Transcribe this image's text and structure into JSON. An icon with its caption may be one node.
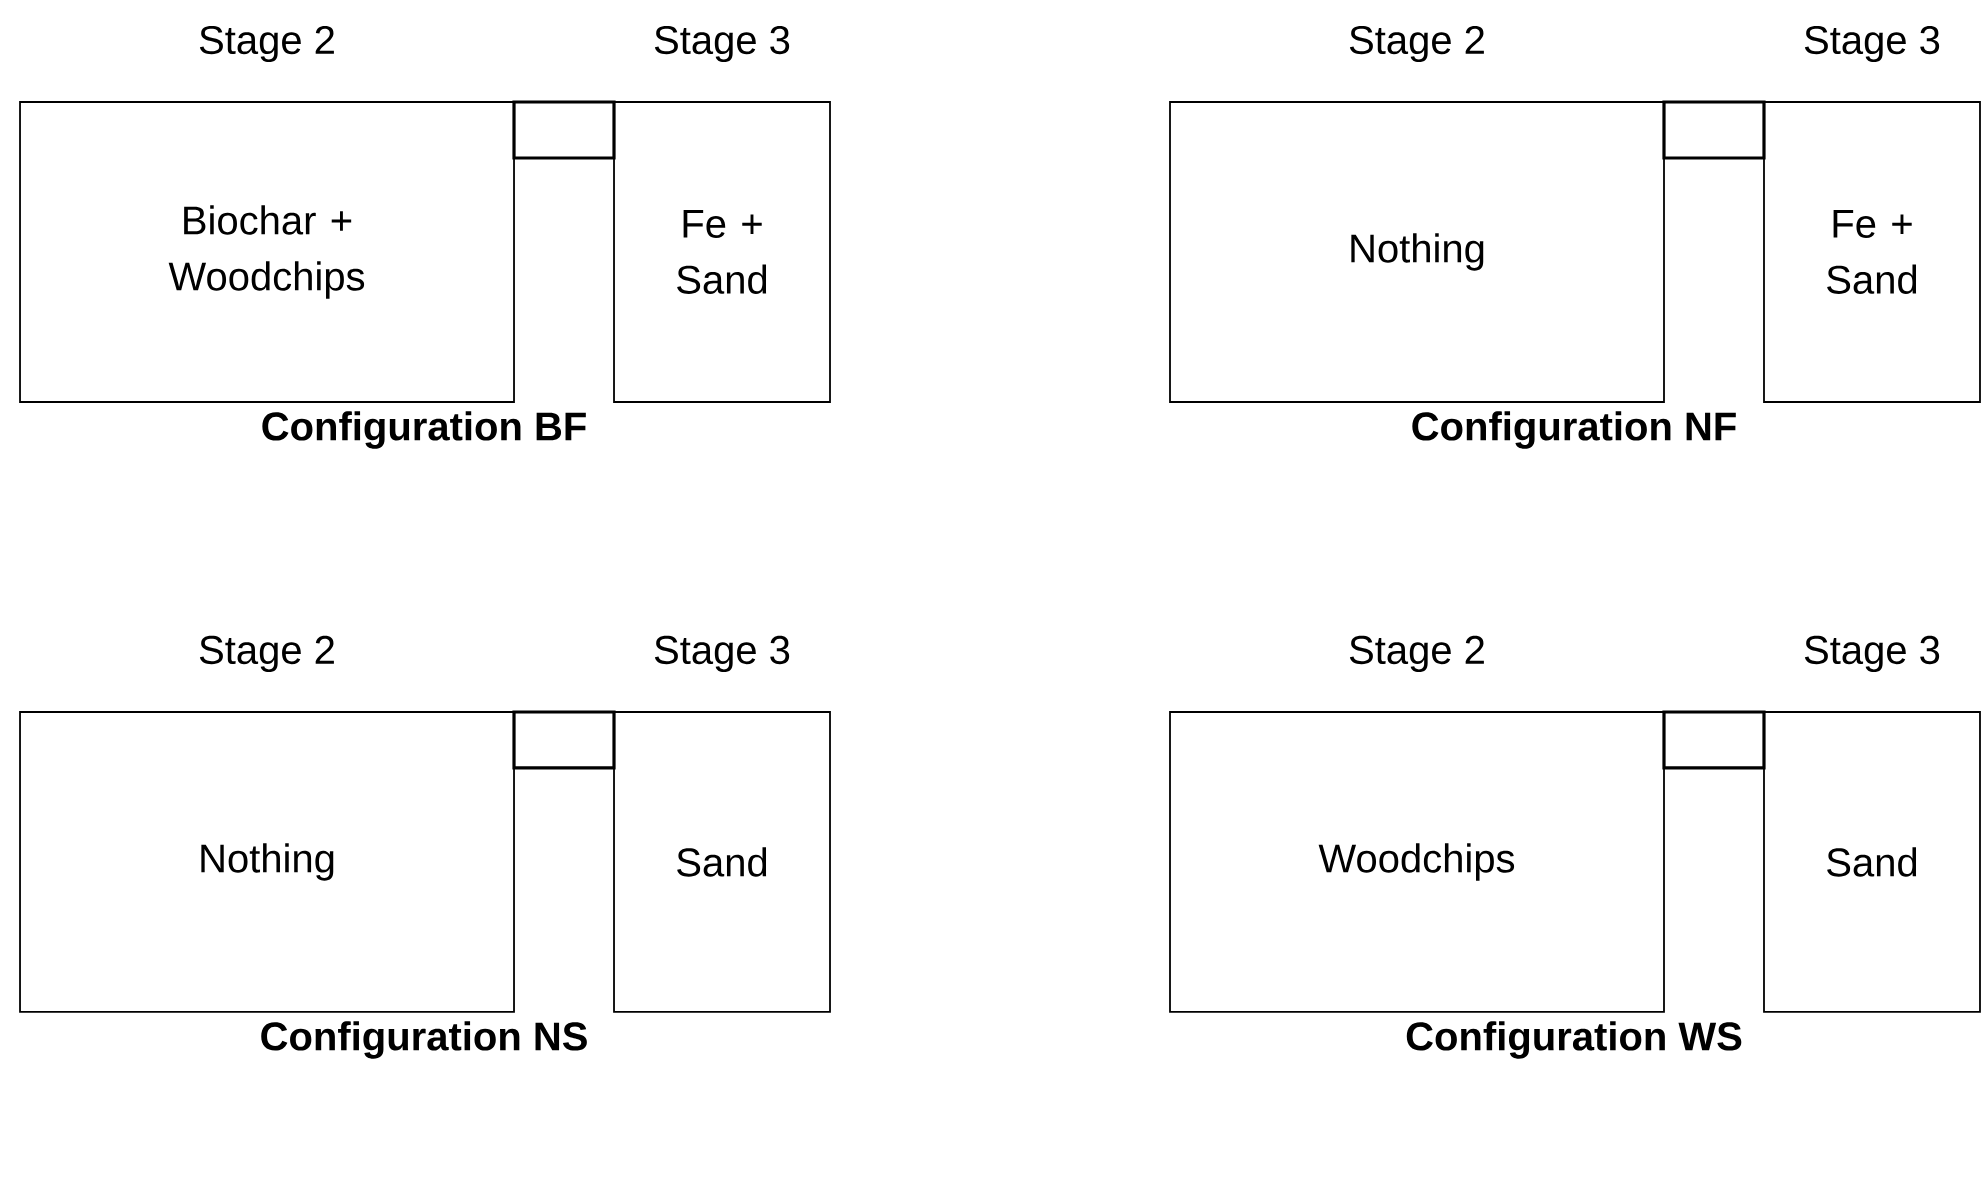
{
  "diagram": {
    "nodes": [
      {
        "text": [
          "Stage 2",
          "Biochar + Woodchips"
        ]
      },
      {
        "text": [],
        "shape": "box"
      },
      {
        "text": [
          "Stage 3",
          "Fe + Sand"
        ]
      },
      {
        "text": [
          "Stage 2",
          "Nothing"
        ]
      },
      {
        "text": [],
        "shape": "box"
      },
      {
        "text": [
          "Stage 3",
          "Fe + Sand"
        ]
      },
      {
        "text": [
          "Stage 2",
          "Nothing"
        ]
      },
      {
        "text": [],
        "shape": "box"
      },
      {
        "text": [
          "Stage 3",
          "Sand"
        ]
      },
      {
        "text": [
          "Stage 2",
          "Woodchips"
        ]
      },
      {
        "text": [],
        "shape": "box"
      },
      {
        "text": [
          "Stage 3",
          "Sand"
        ]
      }
    ],
    "labels": [
      "Configuration BF",
      "Configuration NF",
      "Configuration NS",
      "Configuration WS"
    ]
  }
}
